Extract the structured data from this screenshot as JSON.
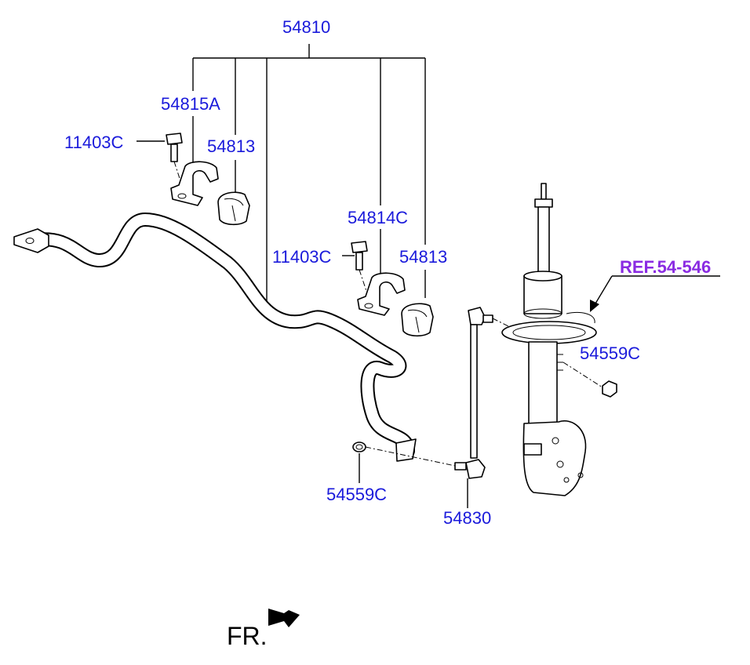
{
  "labels": {
    "assembly": "54810",
    "bracket_left": "54815A",
    "bolt_left": "11403C",
    "bushing_left": "54813",
    "bracket_right": "54814C",
    "bolt_right": "11403C",
    "bushing_right": "54813",
    "reference": "REF.54-546",
    "nut_upper": "54559C",
    "nut_lower": "54559C",
    "link": "54830"
  },
  "front_indicator": "FR.",
  "colors": {
    "part_label": "#1a1adb",
    "reference_label": "#8a2be2",
    "lines": "#000000"
  },
  "icons": {
    "front_arrow": "arrow-left-down-icon"
  }
}
